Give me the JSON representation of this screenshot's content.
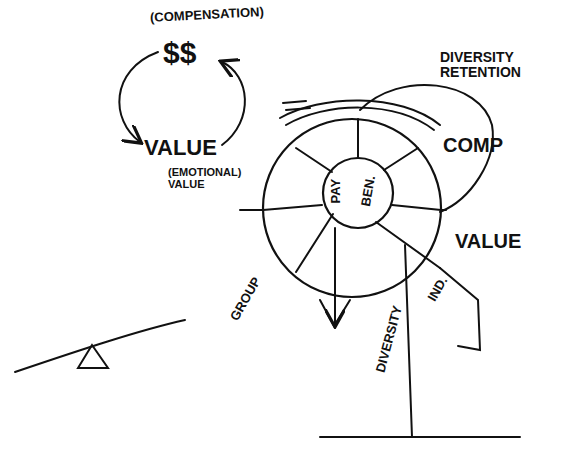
{
  "diagram": {
    "nodes": [
      {
        "text": [
          "COMP"
        ]
      },
      {
        "text": [
          "PAY",
          "BEN."
        ],
        "in": 0
      }
    ],
    "labels": [
      "(COMPENSATION)",
      "$$",
      "VALUE",
      "(EMOTIONAL) VALUE",
      "DIVERSITY RETENTION",
      "VALUE",
      "GROUP",
      "DIVERSITY",
      "IND."
    ]
  }
}
